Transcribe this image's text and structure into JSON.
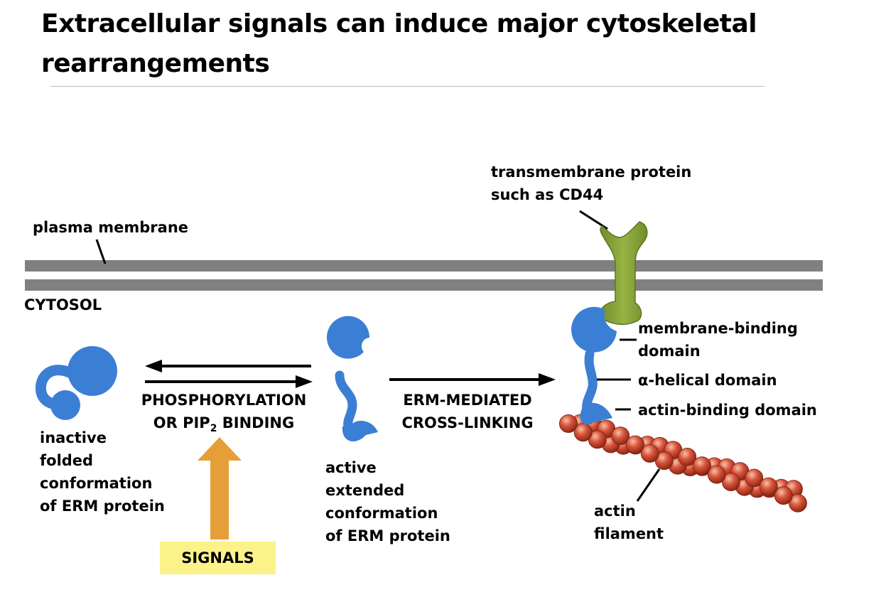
{
  "title": {
    "line1": "Extracellular signals can induce major cytoskeletal",
    "line2": "rearrangements"
  },
  "labels": {
    "plasma_membrane": "plasma membrane",
    "cytosol": "CYTOSOL",
    "transmembrane_line1": "transmembrane protein",
    "transmembrane_line2": "such as CD44",
    "membrane_binding_line1": "membrane-binding",
    "membrane_binding_line2": "domain",
    "alpha_helical": "α-helical domain",
    "actin_binding": "actin-binding domain",
    "actin_filament_line1": "actin",
    "actin_filament_line2": "filament",
    "inactive": [
      "inactive",
      "folded",
      "conformation",
      "of ERM protein"
    ],
    "active": [
      "active",
      "extended",
      "conformation",
      "of ERM protein"
    ],
    "phosphorylation_line1": "PHOSPHORYLATION",
    "phosphorylation_line2_prefix": "OR PIP",
    "phosphorylation_line2_sub": "2",
    "phosphorylation_line2_suffix": " BINDING",
    "erm_line1": "ERM-MEDIATED",
    "erm_line2": "CROSS-LINKING",
    "signals": "SIGNALS"
  },
  "colors": {
    "membrane": "#808080",
    "erm_protein": "#3b7fd4",
    "cd44": "#87a43b",
    "actin": "#c8402c",
    "signal_arrow": "#e69f38",
    "signals_box": "#fbf38a"
  }
}
